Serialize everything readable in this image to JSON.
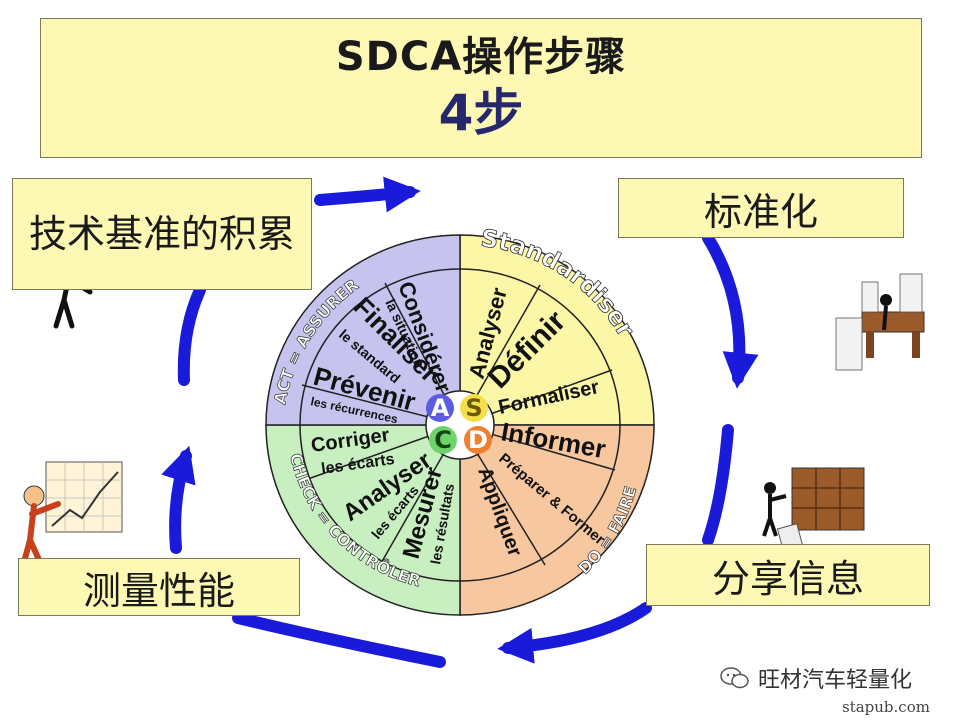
{
  "title": {
    "main": "SDCA操作步骤",
    "sub": "4步"
  },
  "boxes": {
    "accumulate": "技术基准的积累",
    "standardize": "标准化",
    "measure": "测量性能",
    "share": "分享信息"
  },
  "wheel": {
    "center_letters": {
      "S": "S",
      "D": "D",
      "C": "C",
      "A": "A"
    },
    "ring": {
      "standardiser": "Standardiser",
      "faire": "DO = FAIRE",
      "controler": "CHECK = CONTRÔLER",
      "assurer": "ACT = ASSURER"
    },
    "s_items": [
      "Analyser",
      "Définir",
      "Formaliser"
    ],
    "d_items": [
      "Informer",
      "Préparer & Former",
      "Appliquer"
    ],
    "c_items": [
      "Corriger",
      "les écarts",
      "Analyser",
      "les écarts",
      "Mesurer",
      "les résultats"
    ],
    "a_items": [
      "Considérer",
      "la situation",
      "Finaliser",
      "le standard",
      "Prévenir",
      "les récurrences"
    ]
  },
  "colors": {
    "s": "#fbf7a6",
    "d": "#f7c79f",
    "c": "#c8efc0",
    "a": "#c6c4ef",
    "arrow": "#1a1adb",
    "box": "#fdf8b4"
  },
  "icons": [
    "running-person-icon",
    "desk-papers-icon",
    "filing-shelf-icon",
    "chart-presenter-icon",
    "wechat-icon"
  ],
  "watermark": "旺材汽车轻量化",
  "site": "stapub.com"
}
